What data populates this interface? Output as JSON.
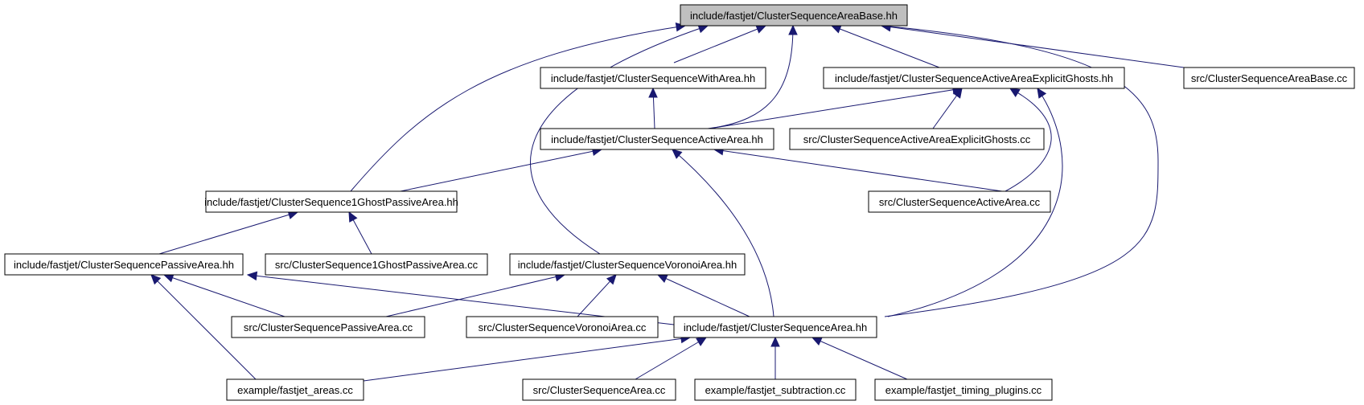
{
  "diagram": {
    "nodes": [
      {
        "id": "n0",
        "label": "include/fastjet/ClusterSequenceAreaBase.hh",
        "highlight": true
      },
      {
        "id": "n1",
        "label": "include/fastjet/ClusterSequenceWithArea.hh"
      },
      {
        "id": "n2",
        "label": "include/fastjet/ClusterSequenceActiveAreaExplicitGhosts.hh"
      },
      {
        "id": "n3",
        "label": "src/ClusterSequenceAreaBase.cc"
      },
      {
        "id": "n4",
        "label": "include/fastjet/ClusterSequenceActiveArea.hh"
      },
      {
        "id": "n5",
        "label": "src/ClusterSequenceActiveAreaExplicitGhosts.cc"
      },
      {
        "id": "n6",
        "label": "include/fastjet/ClusterSequence1GhostPassiveArea.hh"
      },
      {
        "id": "n7",
        "label": "src/ClusterSequenceActiveArea.cc"
      },
      {
        "id": "n8",
        "label": "include/fastjet/ClusterSequencePassiveArea.hh"
      },
      {
        "id": "n9",
        "label": "src/ClusterSequence1GhostPassiveArea.cc"
      },
      {
        "id": "n10",
        "label": "include/fastjet/ClusterSequenceVoronoiArea.hh"
      },
      {
        "id": "n11",
        "label": "src/ClusterSequencePassiveArea.cc"
      },
      {
        "id": "n12",
        "label": "src/ClusterSequenceVoronoiArea.cc"
      },
      {
        "id": "n13",
        "label": "include/fastjet/ClusterSequenceArea.hh"
      },
      {
        "id": "n14",
        "label": "example/fastjet_areas.cc"
      },
      {
        "id": "n15",
        "label": "src/ClusterSequenceArea.cc"
      },
      {
        "id": "n16",
        "label": "example/fastjet_subtraction.cc"
      },
      {
        "id": "n17",
        "label": "example/fastjet_timing_plugins.cc"
      }
    ],
    "edges": [
      {
        "from": "n1",
        "to": "n0"
      },
      {
        "from": "n2",
        "to": "n0"
      },
      {
        "from": "n3",
        "to": "n0"
      },
      {
        "from": "n4",
        "to": "n0"
      },
      {
        "from": "n6",
        "to": "n0"
      },
      {
        "from": "n10",
        "to": "n0"
      },
      {
        "from": "n13",
        "to": "n0"
      },
      {
        "from": "n4",
        "to": "n1"
      },
      {
        "from": "n4",
        "to": "n2"
      },
      {
        "from": "n5",
        "to": "n2"
      },
      {
        "from": "n7",
        "to": "n2"
      },
      {
        "from": "n13",
        "to": "n2"
      },
      {
        "from": "n6",
        "to": "n4"
      },
      {
        "from": "n7",
        "to": "n4"
      },
      {
        "from": "n13",
        "to": "n4"
      },
      {
        "from": "n8",
        "to": "n6"
      },
      {
        "from": "n9",
        "to": "n6"
      },
      {
        "from": "n11",
        "to": "n8"
      },
      {
        "from": "n13",
        "to": "n8"
      },
      {
        "from": "n14",
        "to": "n8"
      },
      {
        "from": "n11",
        "to": "n10"
      },
      {
        "from": "n12",
        "to": "n10"
      },
      {
        "from": "n13",
        "to": "n10"
      },
      {
        "from": "n14",
        "to": "n13"
      },
      {
        "from": "n15",
        "to": "n13"
      },
      {
        "from": "n16",
        "to": "n13"
      },
      {
        "from": "n17",
        "to": "n13"
      }
    ]
  }
}
